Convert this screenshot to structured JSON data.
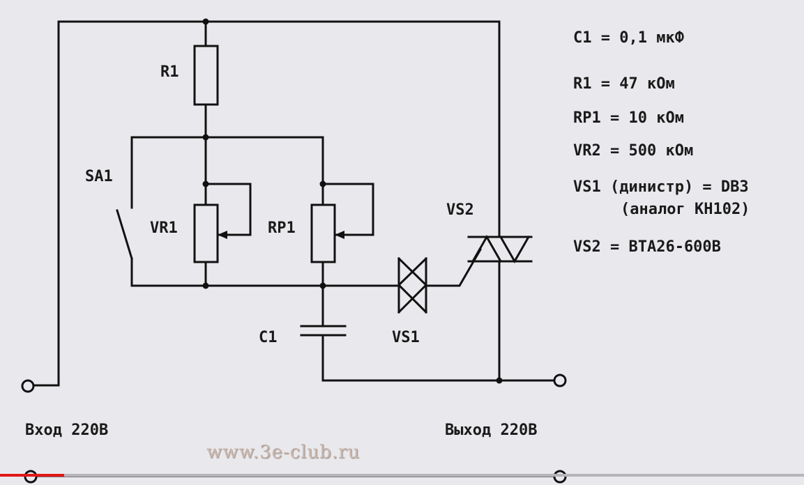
{
  "diagram": {
    "components": {
      "r1": "R1",
      "sa1": "SA1",
      "vr1": "VR1",
      "rp1": "RP1",
      "vs2": "VS2",
      "vs1": "VS1",
      "c1": "C1"
    },
    "terminals": {
      "input": "Вход 220В",
      "output": "Выход 220В"
    }
  },
  "specs": {
    "c1": "C1 = 0,1 мкФ",
    "r1": "R1 = 47 кОм",
    "rp1": "RP1 = 10 кОм",
    "vr2": "VR2 = 500 кОм",
    "vs1": "VS1 (динистр) = DB3",
    "vs1_analog": "(аналог КН102)",
    "vs2": "VS2 = BTA26-600B"
  },
  "watermark": "www.3e-club.ru",
  "player": {
    "progress": 0.08
  },
  "colors": {
    "line": "#111111",
    "background": "#e9e9ed",
    "progress": "#e01818"
  }
}
